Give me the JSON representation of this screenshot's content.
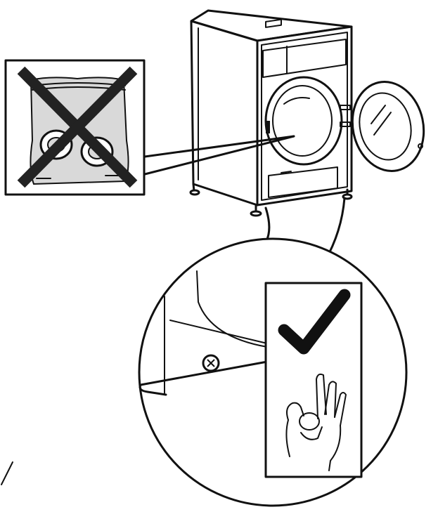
{
  "illustration": {
    "subject": "front-loading-washing-machine-installation",
    "panels": [
      {
        "id": "incorrect-panel",
        "icon": "cross-icon",
        "meaning": "incorrect"
      },
      {
        "id": "correct-panel",
        "icon": "checkmark-icon",
        "meaning": "correct"
      }
    ],
    "colors": {
      "line": "#111111",
      "background": "#ffffff",
      "bag_fill": "#d9d9d9",
      "cross": "#222222",
      "check": "#111111"
    }
  }
}
